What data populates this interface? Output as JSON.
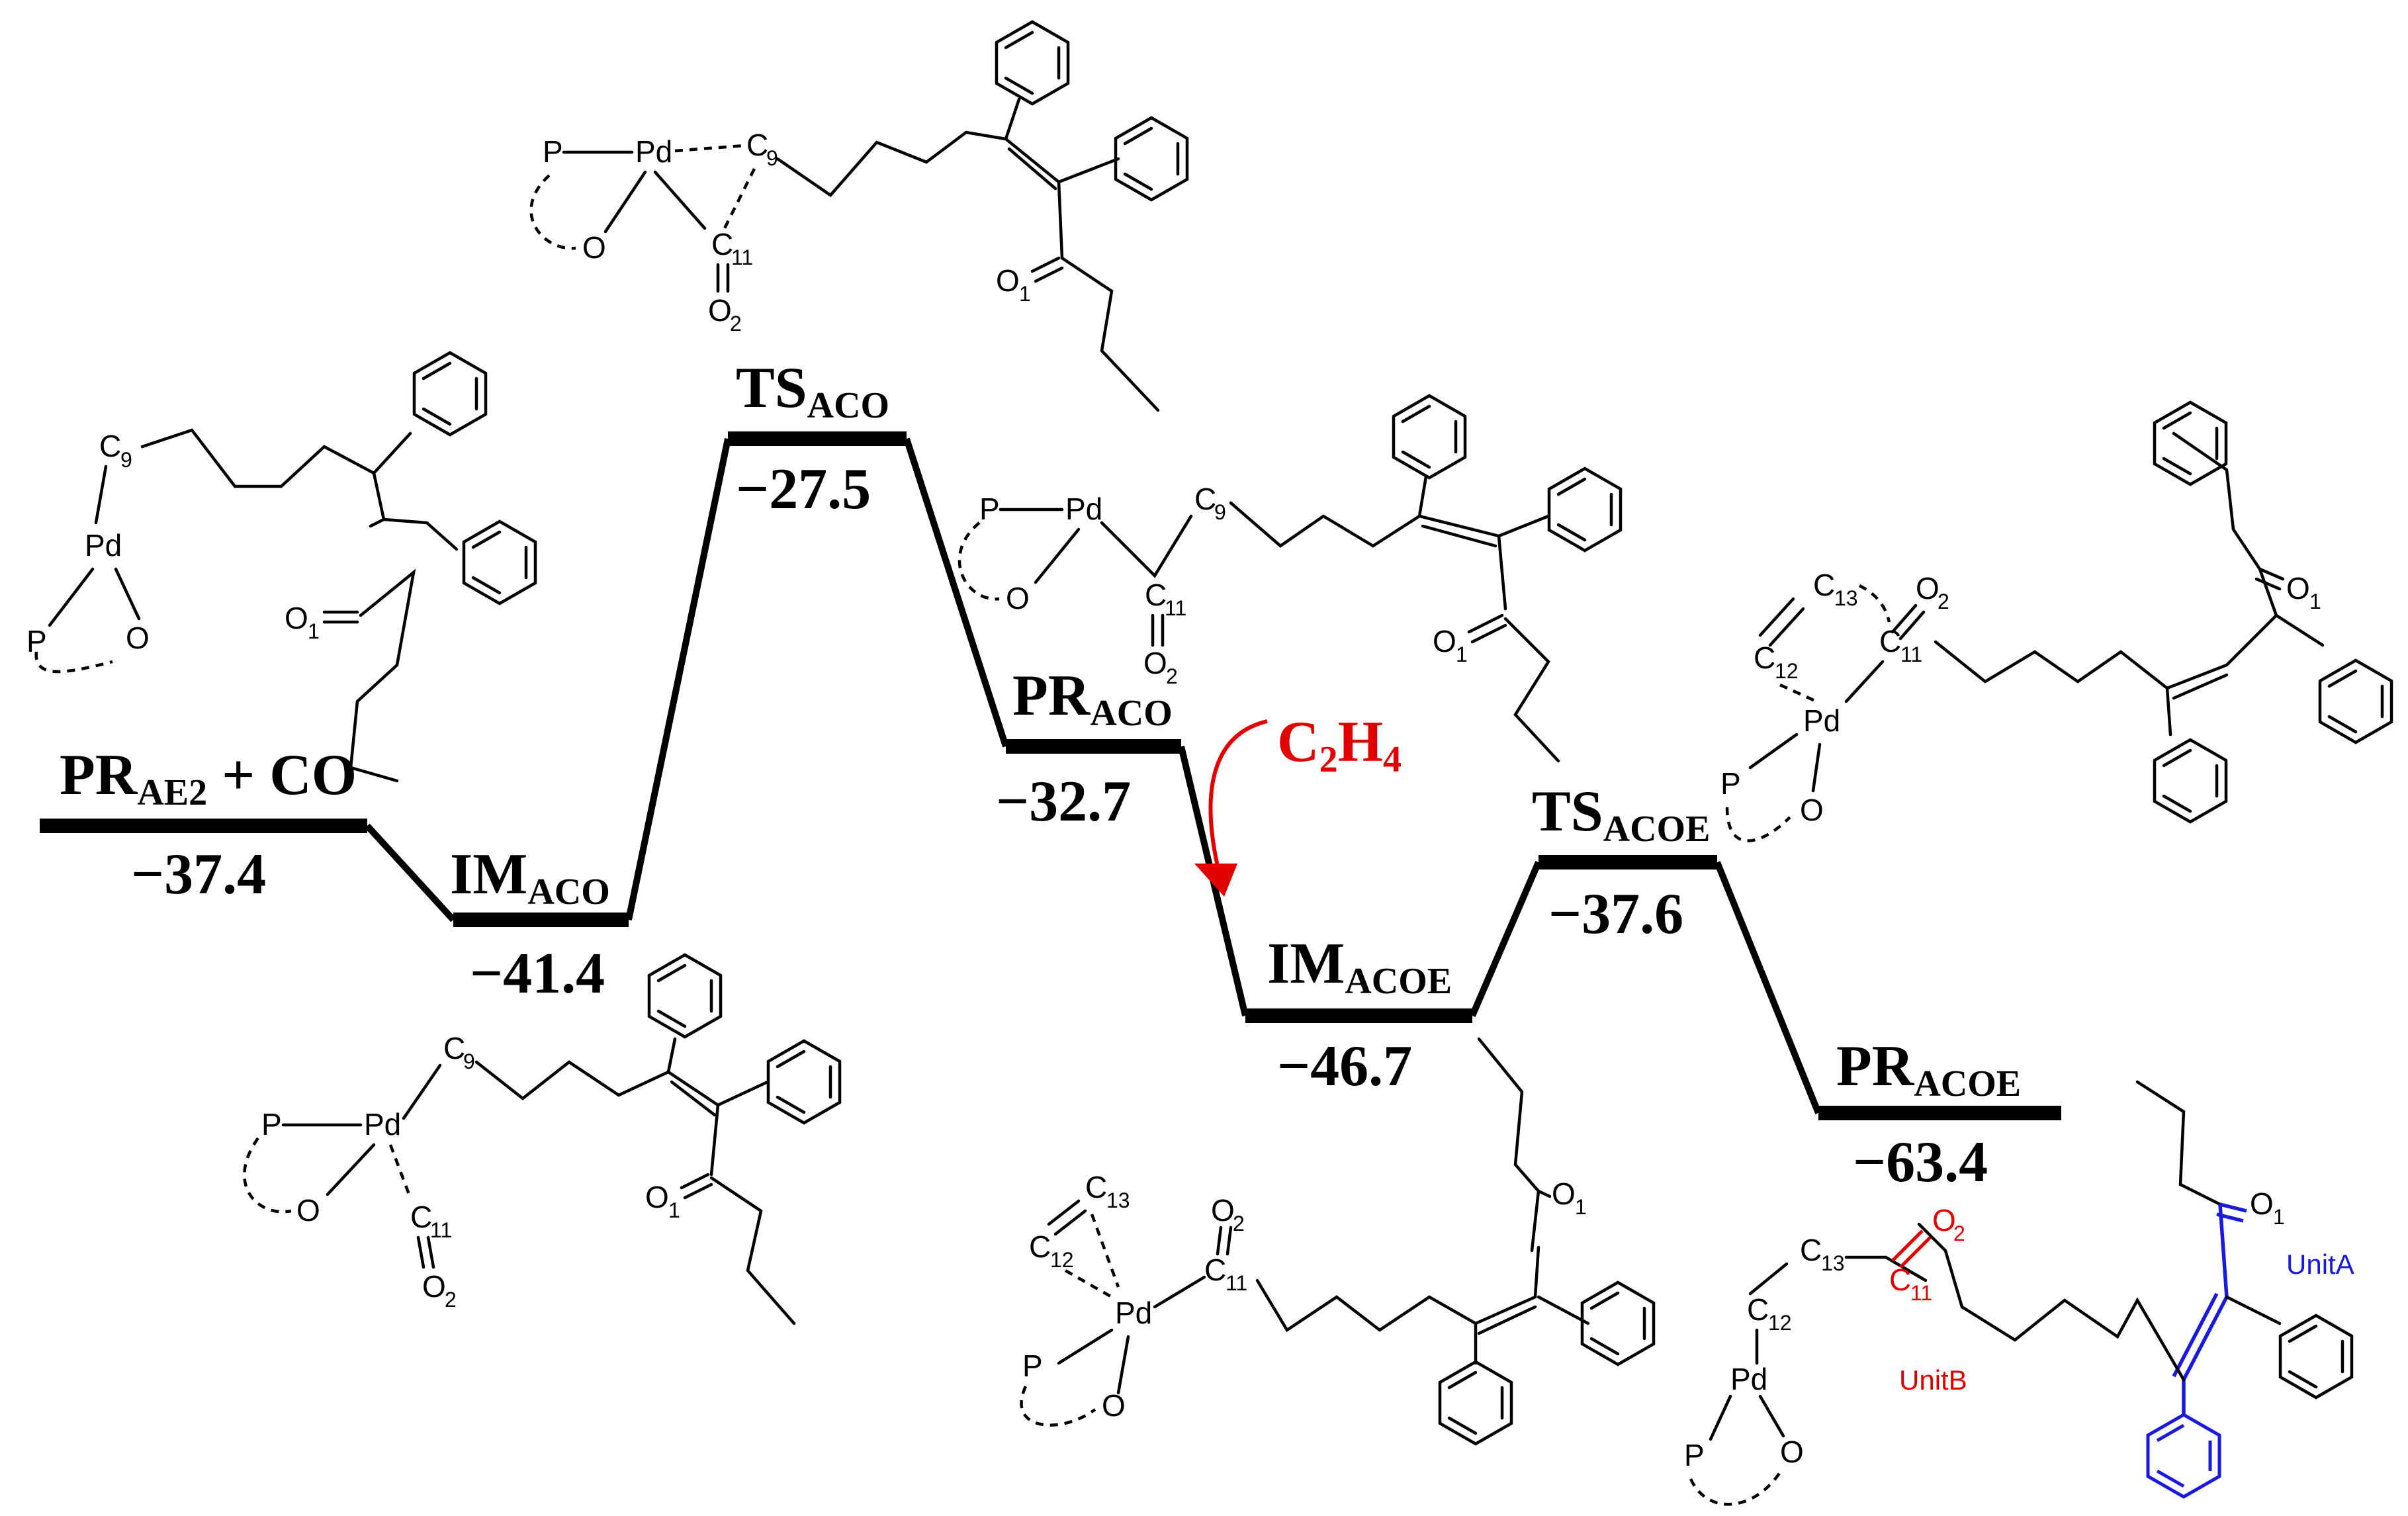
{
  "levels": [
    {
      "id": "pr_ae2",
      "label": "PR",
      "sub": "AE2",
      "suffix": " + CO",
      "energy": "−37.4"
    },
    {
      "id": "im_aco",
      "label": "IM",
      "sub": "ACO",
      "energy": "−41.4"
    },
    {
      "id": "ts_aco",
      "label": "TS",
      "sub": "ACO",
      "energy": "−27.5"
    },
    {
      "id": "pr_aco",
      "label": "PR",
      "sub": "ACO",
      "energy": "−32.7"
    },
    {
      "id": "im_acoe",
      "label": "IM",
      "sub": "ACOE",
      "energy": "−46.7"
    },
    {
      "id": "ts_acoe",
      "label": "TS",
      "sub": "ACOE",
      "energy": "−37.6"
    },
    {
      "id": "pr_acoe",
      "label": "PR",
      "sub": "ACOE",
      "energy": "−63.4"
    }
  ],
  "reagent": {
    "main": "C",
    "sub": "2",
    "rest": "H",
    "sub2": "4"
  },
  "atoms": {
    "P": "P",
    "Pd": "Pd",
    "O": "O",
    "C": "C",
    "n1": "1",
    "n2": "2",
    "n9": "9",
    "n11": "11",
    "n12": "12",
    "n13": "13"
  },
  "units": {
    "a": "UnitA",
    "b": "UnitB"
  },
  "colors": {
    "red": "#e00000",
    "blue": "#1a1adc",
    "black": "#000000"
  }
}
